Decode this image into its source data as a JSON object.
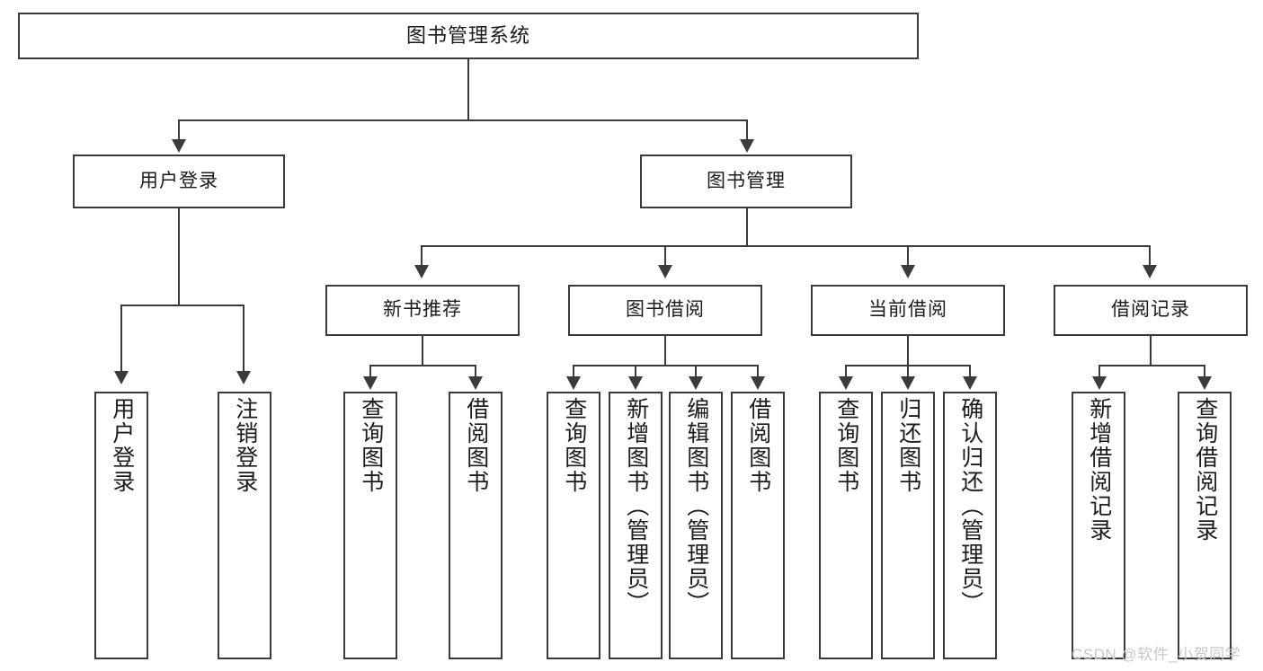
{
  "diagram": {
    "title": "图书管理系统",
    "type": "hierarchy-tree",
    "watermark": "CSDN @软件_小贺同学"
  },
  "nodes": {
    "root": {
      "label": "图书管理系统"
    },
    "level2": [
      {
        "label": "用户登录"
      },
      {
        "label": "图书管理"
      }
    ],
    "level3": [
      {
        "label": "新书推荐"
      },
      {
        "label": "图书借阅"
      },
      {
        "label": "当前借阅"
      },
      {
        "label": "借阅记录"
      }
    ],
    "leaves": {
      "user_login": [
        {
          "label": "用户登录"
        },
        {
          "label": "注销登录"
        }
      ],
      "new_book": [
        {
          "label": "查询图书"
        },
        {
          "label": "借阅图书"
        }
      ],
      "book_borrow": [
        {
          "label": "查询图书"
        },
        {
          "label": "新增图书（管理员）"
        },
        {
          "label": "编辑图书（管理员）"
        },
        {
          "label": "借阅图书"
        }
      ],
      "current_borrow": [
        {
          "label": "查询图书"
        },
        {
          "label": "归还图书"
        },
        {
          "label": "确认归还（管理员）"
        }
      ],
      "borrow_record": [
        {
          "label": "新增借阅记录"
        },
        {
          "label": "查询借阅记录"
        }
      ]
    }
  },
  "colors": {
    "border": "#3b3b3b",
    "text": "#1b1b1b",
    "background": "#ffffff",
    "watermark": "#c9c9c9"
  }
}
